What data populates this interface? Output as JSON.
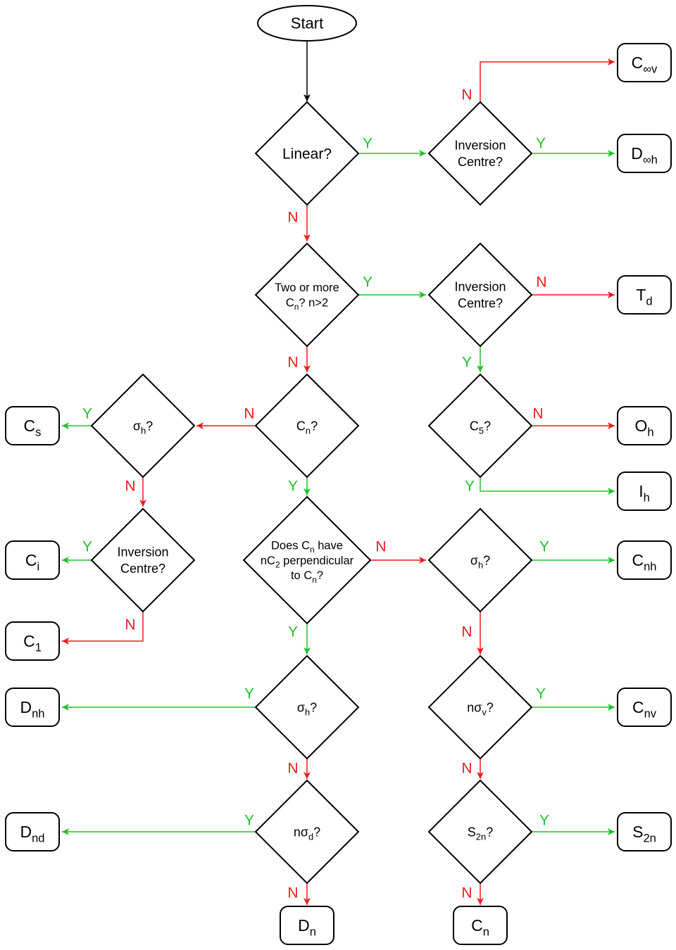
{
  "colors": {
    "yes": "#22c02c",
    "no": "#ee1c1c",
    "neutral": "#000000"
  },
  "edge_labels": {
    "yes": "Y",
    "no": "N"
  },
  "start": {
    "id": "start",
    "text": [
      {
        "t": "Start"
      }
    ]
  },
  "decisions": [
    {
      "id": "d-linear",
      "text": [
        {
          "t": "Linear?"
        }
      ]
    },
    {
      "id": "d-inv-linear",
      "text": [
        {
          "t": "Inversion"
        },
        {
          "t": "Centre?"
        }
      ]
    },
    {
      "id": "d-two-cn",
      "text": [
        {
          "t": "Two or more"
        },
        {
          "t": "C",
          "sub": "n",
          "after": "? n>2"
        }
      ]
    },
    {
      "id": "d-inv-cubic",
      "text": [
        {
          "t": "Inversion"
        },
        {
          "t": "Centre?"
        }
      ]
    },
    {
      "id": "d-cn",
      "text": [
        {
          "t": "C",
          "sub": "n",
          "after": "?"
        }
      ]
    },
    {
      "id": "d-c5",
      "text": [
        {
          "t": "C",
          "sub": "5",
          "after": "?"
        }
      ]
    },
    {
      "id": "d-sigma-h-low",
      "text": [
        {
          "t": "σ",
          "sub": "h",
          "after": "?"
        }
      ]
    },
    {
      "id": "d-inv-low",
      "text": [
        {
          "t": "Inversion"
        },
        {
          "t": "Centre?"
        }
      ]
    },
    {
      "id": "d-perp-c2",
      "text": [
        {
          "t": "Does C",
          "sub": "n",
          "after": " have"
        },
        {
          "t": "nC",
          "sub": "2",
          "after": " perpendicular"
        },
        {
          "t": "to C",
          "sub": "n",
          "after": "?"
        }
      ]
    },
    {
      "id": "d-sigma-h-c",
      "text": [
        {
          "t": "σ",
          "sub": "h",
          "after": "?"
        }
      ]
    },
    {
      "id": "d-sigma-h-d",
      "text": [
        {
          "t": "σ",
          "sub": "h",
          "after": "?"
        }
      ]
    },
    {
      "id": "d-n-sigma-v",
      "text": [
        {
          "t": "nσ",
          "sub": "v",
          "after": "?"
        }
      ]
    },
    {
      "id": "d-n-sigma-d",
      "text": [
        {
          "t": "nσ",
          "sub": "d",
          "after": "?"
        }
      ]
    },
    {
      "id": "d-s2n",
      "text": [
        {
          "t": "S",
          "sub": "2n",
          "after": "?"
        }
      ]
    }
  ],
  "results": [
    {
      "id": "r-cinfv",
      "text": [
        {
          "t": "C",
          "sub": "∞v"
        }
      ]
    },
    {
      "id": "r-dinfh",
      "text": [
        {
          "t": "D",
          "sub": "∞h"
        }
      ]
    },
    {
      "id": "r-td",
      "text": [
        {
          "t": "T",
          "sub": "d"
        }
      ]
    },
    {
      "id": "r-cs",
      "text": [
        {
          "t": "C",
          "sub": "s"
        }
      ]
    },
    {
      "id": "r-oh",
      "text": [
        {
          "t": "O",
          "sub": "h"
        }
      ]
    },
    {
      "id": "r-ih",
      "text": [
        {
          "t": "I",
          "sub": "h"
        }
      ]
    },
    {
      "id": "r-ci",
      "text": [
        {
          "t": "C",
          "sub": "i"
        }
      ]
    },
    {
      "id": "r-cnh",
      "text": [
        {
          "t": "C",
          "sub": "nh"
        }
      ]
    },
    {
      "id": "r-c1",
      "text": [
        {
          "t": "C",
          "sub": "1"
        }
      ]
    },
    {
      "id": "r-dnh",
      "text": [
        {
          "t": "D",
          "sub": "nh"
        }
      ]
    },
    {
      "id": "r-cnv",
      "text": [
        {
          "t": "C",
          "sub": "nv"
        }
      ]
    },
    {
      "id": "r-dnd",
      "text": [
        {
          "t": "D",
          "sub": "nd"
        }
      ]
    },
    {
      "id": "r-s2n",
      "text": [
        {
          "t": "S",
          "sub": "2n"
        }
      ]
    },
    {
      "id": "r-dn",
      "text": [
        {
          "t": "D",
          "sub": "n"
        }
      ]
    },
    {
      "id": "r-cn",
      "text": [
        {
          "t": "C",
          "sub": "n"
        }
      ]
    }
  ],
  "edges": [
    {
      "from": "start",
      "to": "d-linear",
      "kind": "neutral"
    },
    {
      "from": "d-linear",
      "to": "d-inv-linear",
      "kind": "yes"
    },
    {
      "from": "d-inv-linear",
      "to": "r-cinfv",
      "kind": "no"
    },
    {
      "from": "d-inv-linear",
      "to": "r-dinfh",
      "kind": "yes"
    },
    {
      "from": "d-linear",
      "to": "d-two-cn",
      "kind": "no"
    },
    {
      "from": "d-two-cn",
      "to": "d-inv-cubic",
      "kind": "yes"
    },
    {
      "from": "d-inv-cubic",
      "to": "r-td",
      "kind": "no"
    },
    {
      "from": "d-two-cn",
      "to": "d-cn",
      "kind": "no"
    },
    {
      "from": "d-inv-cubic",
      "to": "d-c5",
      "kind": "yes"
    },
    {
      "from": "d-cn",
      "to": "d-sigma-h-low",
      "kind": "no"
    },
    {
      "from": "d-sigma-h-low",
      "to": "r-cs",
      "kind": "yes"
    },
    {
      "from": "d-c5",
      "to": "r-oh",
      "kind": "no"
    },
    {
      "from": "d-c5",
      "to": "r-ih",
      "kind": "yes"
    },
    {
      "from": "d-sigma-h-low",
      "to": "d-inv-low",
      "kind": "no"
    },
    {
      "from": "d-cn",
      "to": "d-perp-c2",
      "kind": "yes"
    },
    {
      "from": "d-inv-low",
      "to": "r-ci",
      "kind": "yes"
    },
    {
      "from": "d-perp-c2",
      "to": "d-sigma-h-c",
      "kind": "no"
    },
    {
      "from": "d-sigma-h-c",
      "to": "r-cnh",
      "kind": "yes"
    },
    {
      "from": "d-inv-low",
      "to": "r-c1",
      "kind": "no"
    },
    {
      "from": "d-perp-c2",
      "to": "d-sigma-h-d",
      "kind": "yes"
    },
    {
      "from": "d-sigma-h-c",
      "to": "d-n-sigma-v",
      "kind": "no"
    },
    {
      "from": "d-sigma-h-d",
      "to": "r-dnh",
      "kind": "yes"
    },
    {
      "from": "d-n-sigma-v",
      "to": "r-cnv",
      "kind": "yes"
    },
    {
      "from": "d-sigma-h-d",
      "to": "d-n-sigma-d",
      "kind": "no"
    },
    {
      "from": "d-n-sigma-v",
      "to": "d-s2n",
      "kind": "no"
    },
    {
      "from": "d-n-sigma-d",
      "to": "r-dnd",
      "kind": "yes"
    },
    {
      "from": "d-s2n",
      "to": "r-s2n",
      "kind": "yes"
    },
    {
      "from": "d-n-sigma-d",
      "to": "r-dn",
      "kind": "no"
    },
    {
      "from": "d-s2n",
      "to": "r-cn",
      "kind": "no"
    }
  ]
}
